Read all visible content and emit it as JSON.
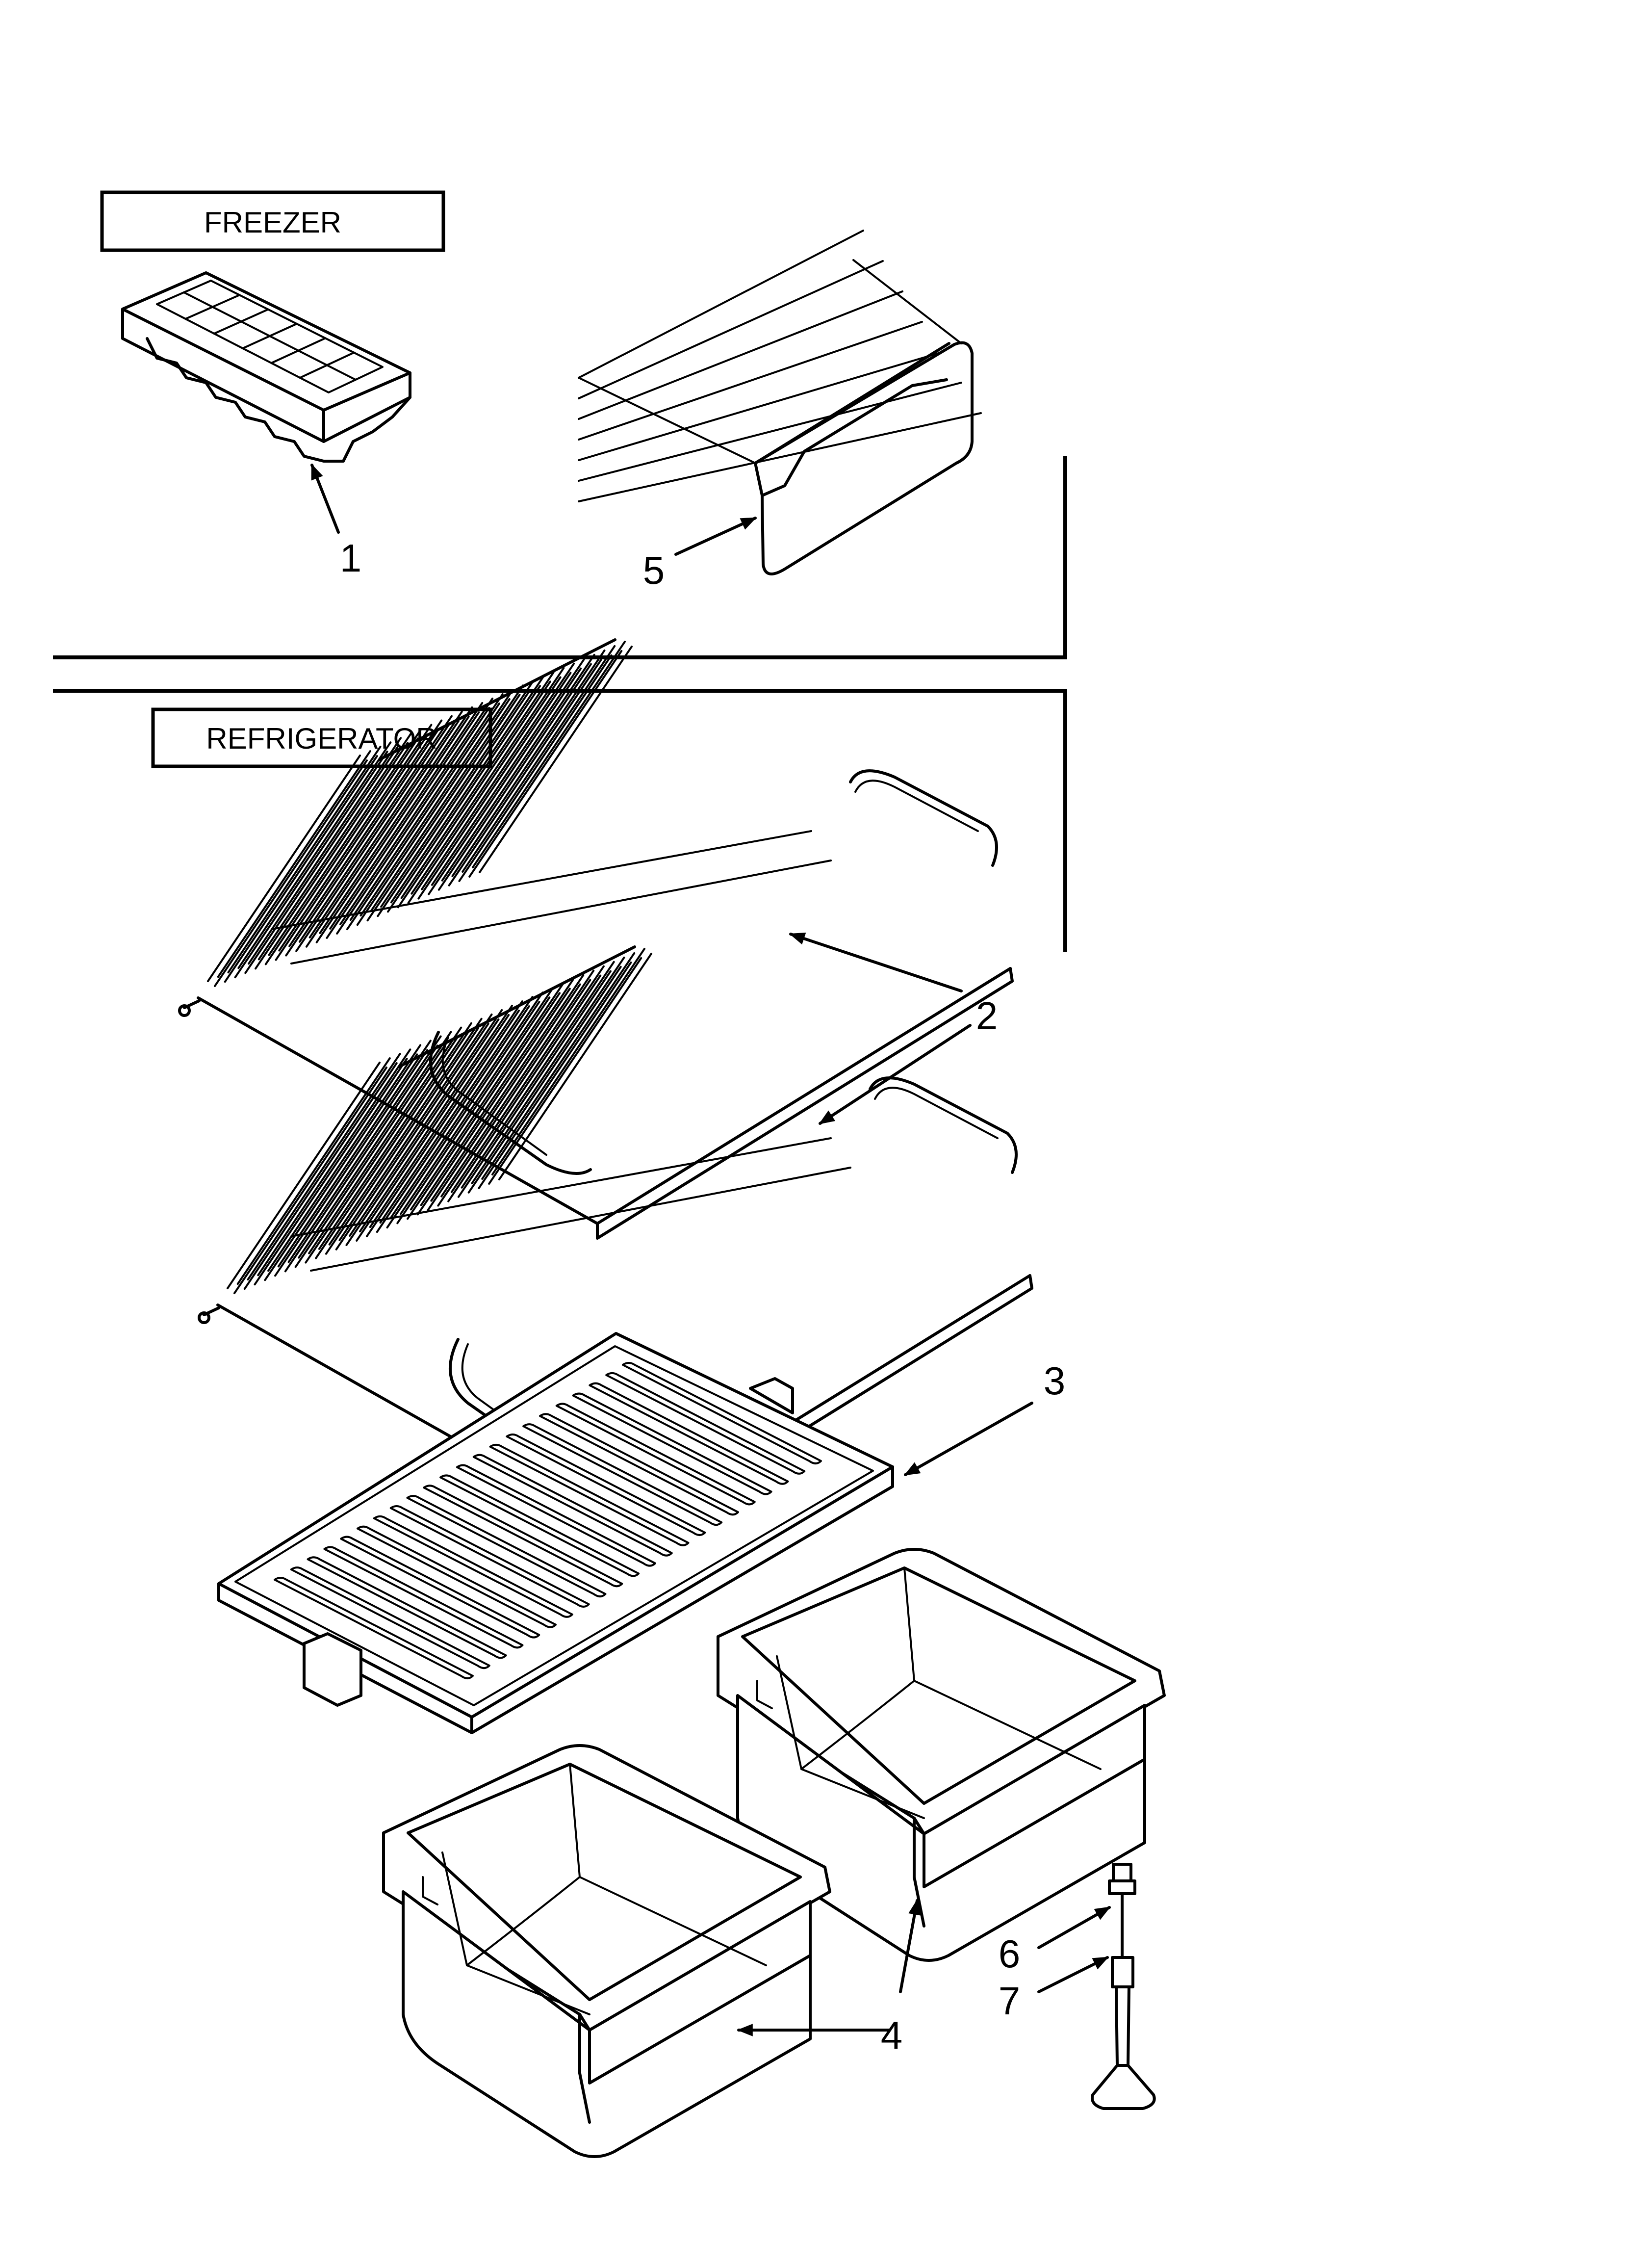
{
  "sections": {
    "freezer": "FREEZER",
    "refrigerator": "REFRIGERATOR"
  },
  "callouts": {
    "ice_tray": "1",
    "shelf": "2",
    "crisper_cover": "3",
    "crisper_drawer": "4",
    "freezer_shelf": "5",
    "leveling_screw": "6",
    "leveling_leg": "7"
  },
  "colors": {
    "line": "#000000",
    "background": "#ffffff"
  }
}
